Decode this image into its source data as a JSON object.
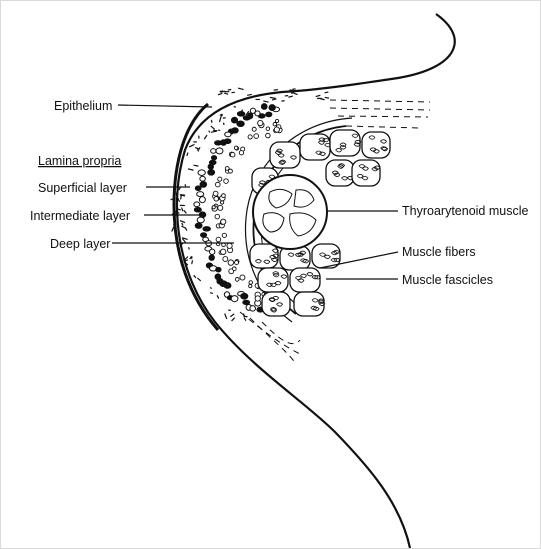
{
  "figure": {
    "labels": {
      "epithelium": "Epithelium",
      "lamina_propria": "Lamina propria",
      "superficial_layer": "Superficial layer",
      "intermediate_layer": "Intermediate layer",
      "deep_layer": "Deep layer",
      "thyroarytenoid_muscle": "Thyroarytenoid muscle",
      "muscle_fibers": "Muscle fibers",
      "muscle_fascicles": "Muscle fascicles"
    },
    "colors": {
      "ink": "#111111",
      "background": "#ffffff",
      "frame": "#d9d9d9"
    }
  }
}
